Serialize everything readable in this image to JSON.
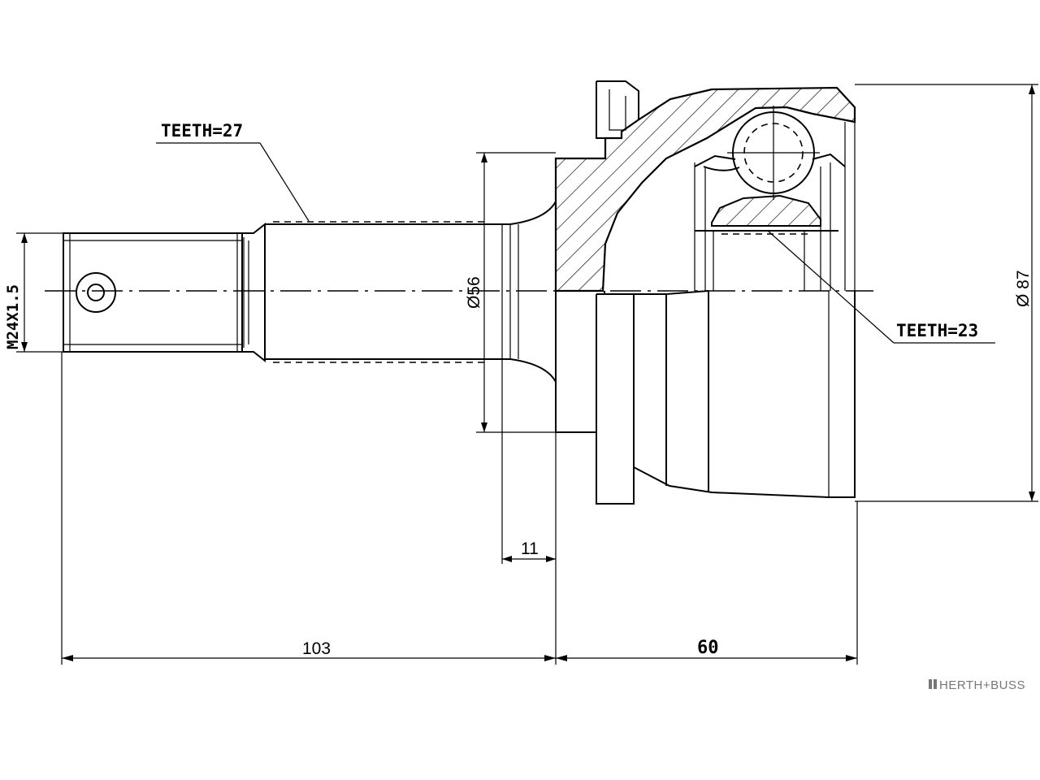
{
  "labels": {
    "teeth_shaft": "TEETH=27",
    "teeth_hub": "TEETH=23",
    "thread": "M24X1.5",
    "diameter_shaft": "Ø56",
    "diameter_housing": "Ø 87"
  },
  "dimensions": {
    "length_shaft": "103",
    "length_housing": "60",
    "flange_offset": "11"
  },
  "brand": {
    "name": "HERTH+BUSS"
  },
  "colors": {
    "ink": "#000000",
    "background": "#ffffff",
    "brand_gray": "#777777"
  }
}
